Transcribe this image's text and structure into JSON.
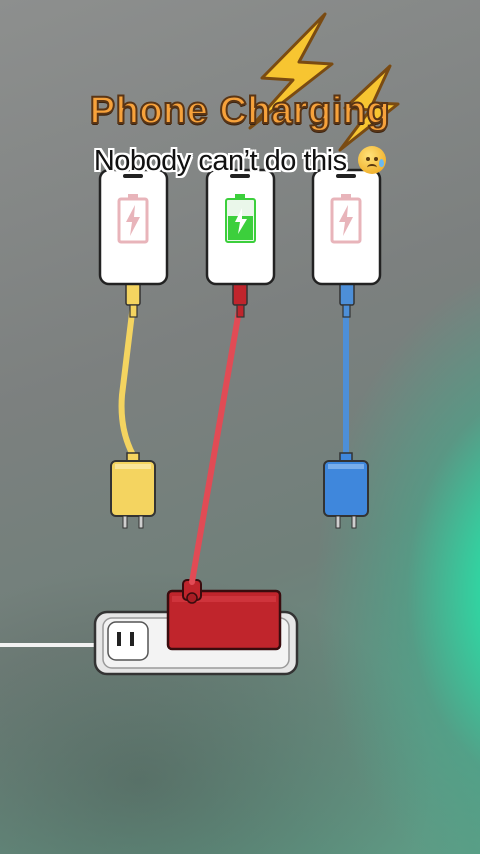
{
  "overlay": {
    "title": "Phone Charging",
    "subtitle": "Nobody can’t do this",
    "subtitle_emoji": "sad-sweat-face"
  },
  "phones": [
    {
      "name": "phone-left",
      "battery": "empty",
      "cable_color": "#f4d460"
    },
    {
      "name": "phone-middle",
      "battery": "charging",
      "cable_color": "#e14b55"
    },
    {
      "name": "phone-right",
      "battery": "empty",
      "cable_color": "#4d8fd8"
    }
  ],
  "chargers": [
    {
      "name": "yellow-charger",
      "color": "#f4d460"
    },
    {
      "name": "red-charger",
      "color": "#c0252c"
    },
    {
      "name": "blue-charger",
      "color": "#3f87dc"
    }
  ],
  "colors": {
    "title_fill": "#f7a23b",
    "battery_empty": "#e8b4ba",
    "battery_full": "#3ccf3c",
    "power_strip": "#e6e6e6"
  }
}
